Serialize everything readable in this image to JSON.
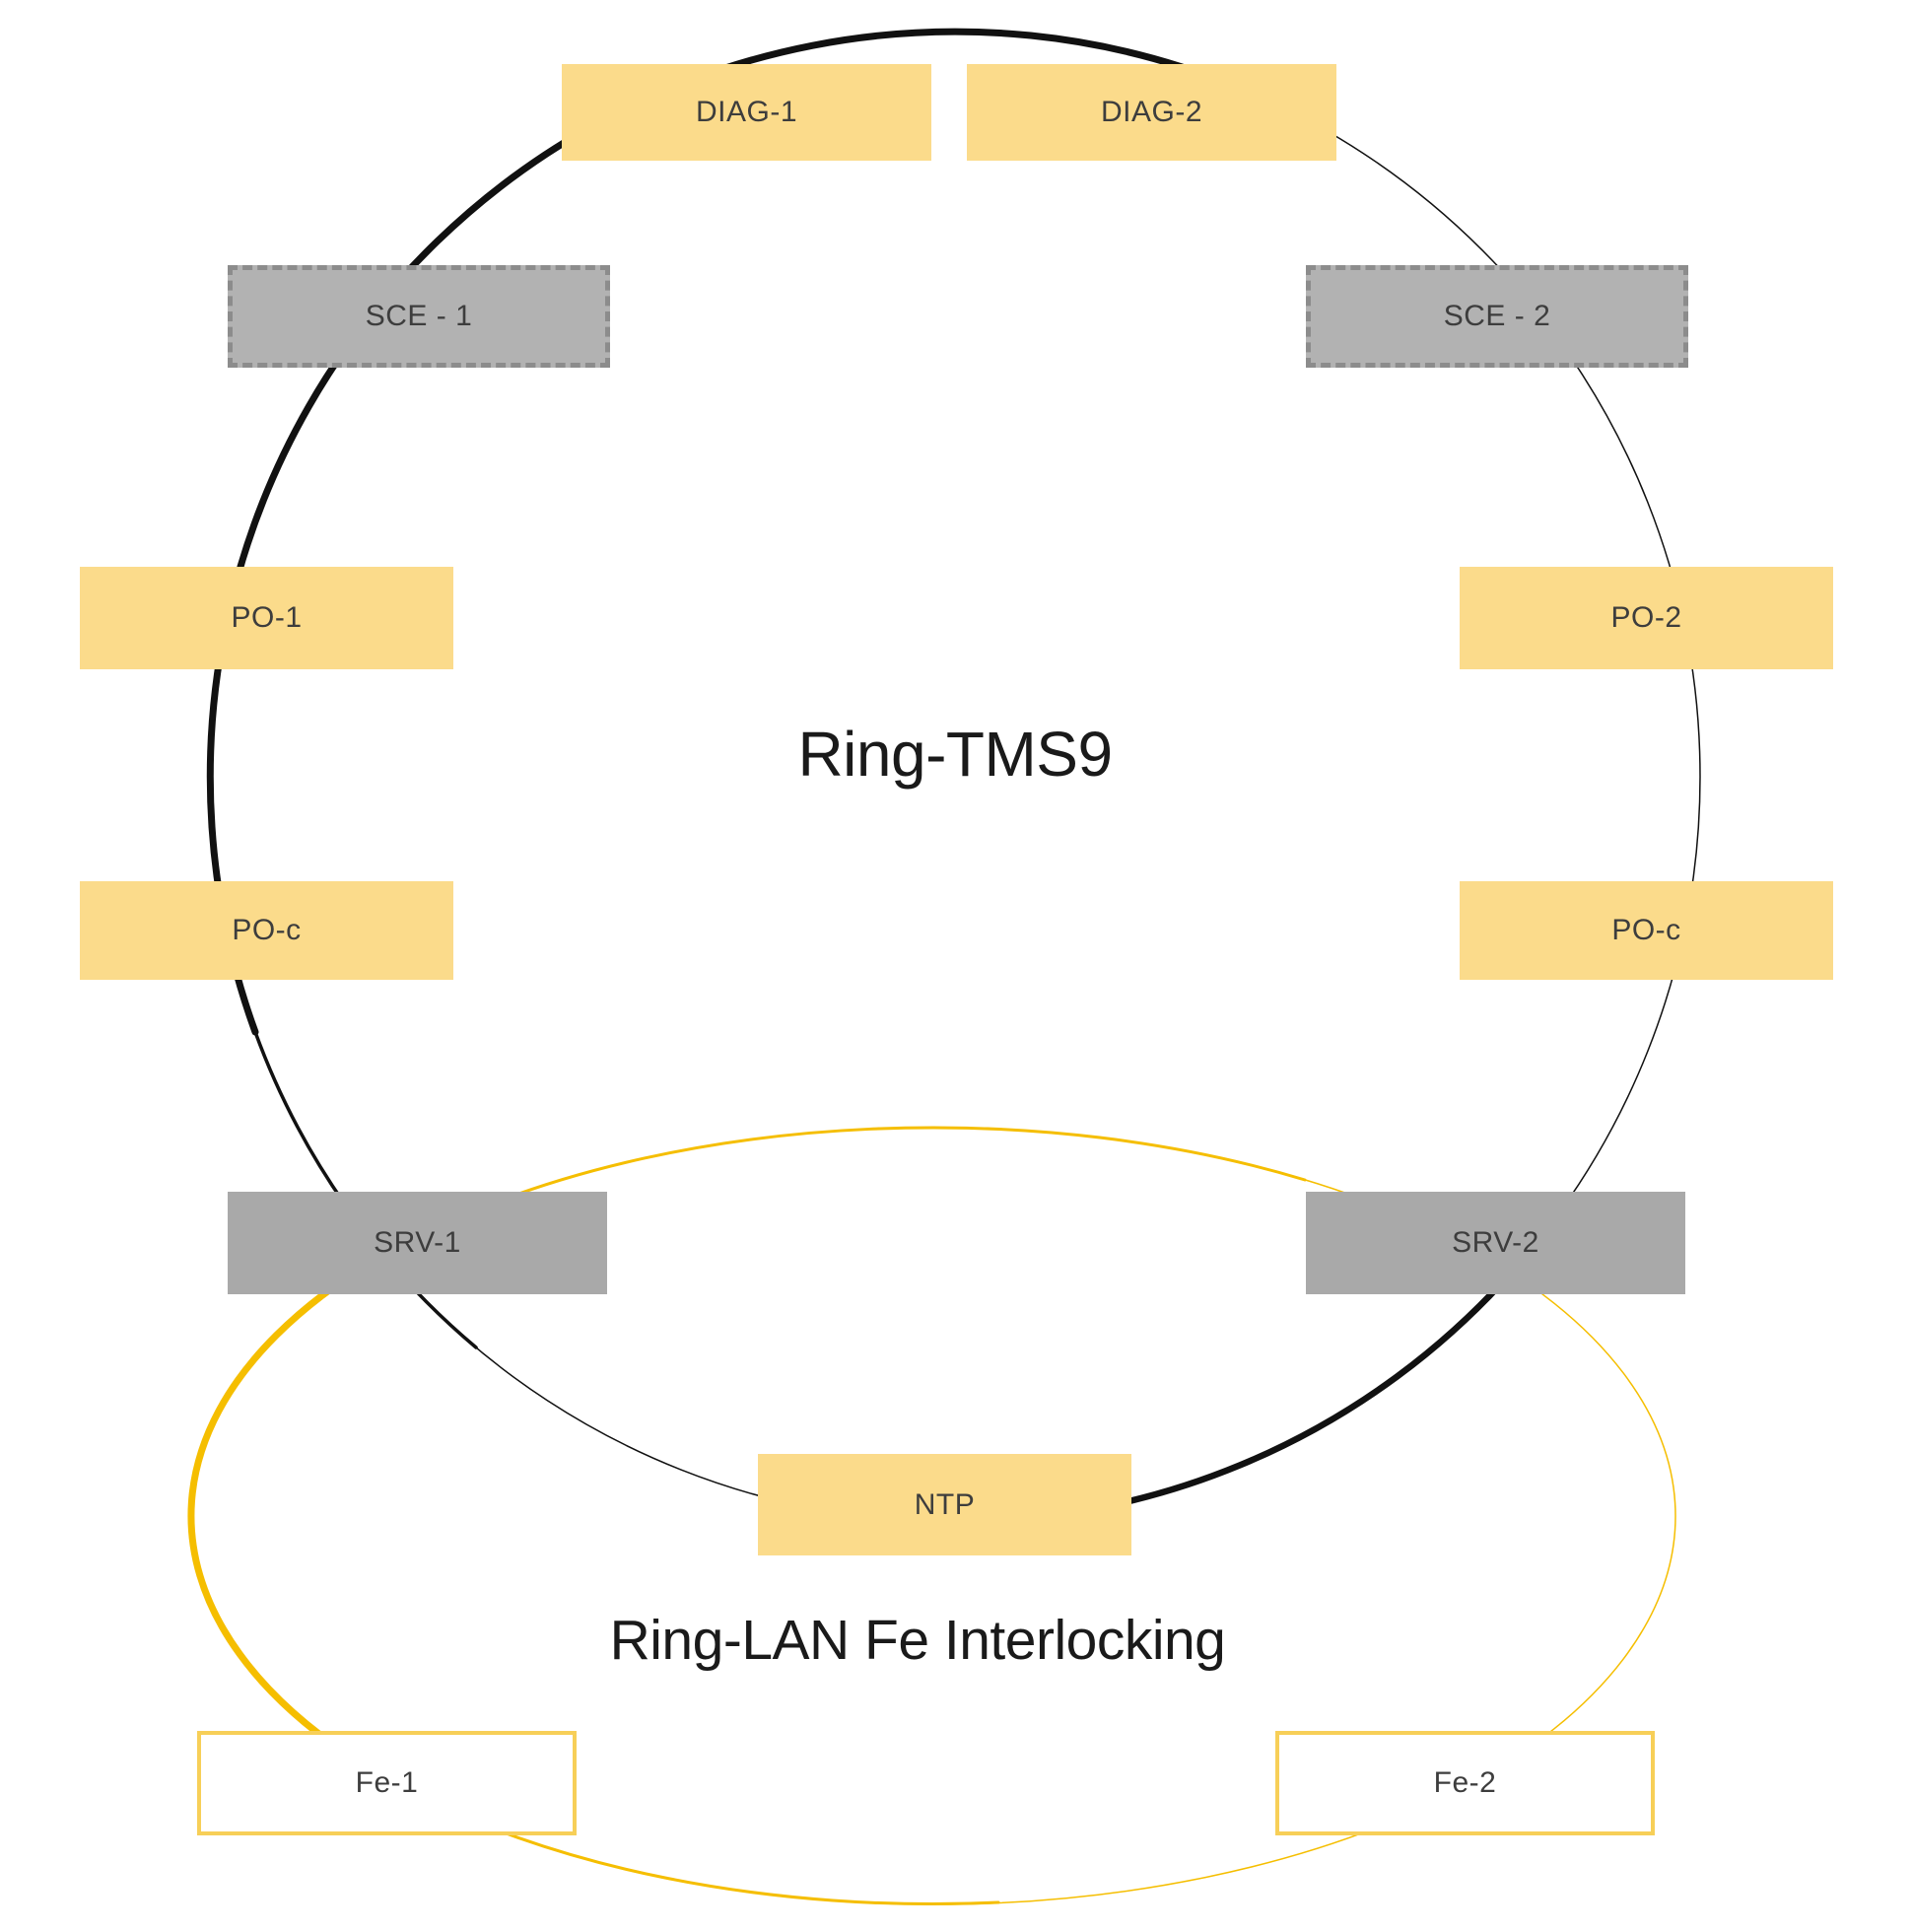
{
  "diagram": {
    "ring_tms9_title": "Ring-TMS9",
    "ring_lan_title": "Ring-LAN Fe Interlocking",
    "nodes": {
      "diag1": {
        "label": "DIAG-1",
        "type": "yellow"
      },
      "diag2": {
        "label": "DIAG-2",
        "type": "yellow"
      },
      "sce1": {
        "label": "SCE - 1",
        "type": "gray-dashed"
      },
      "sce2": {
        "label": "SCE - 2",
        "type": "gray-dashed"
      },
      "po1": {
        "label": "PO-1",
        "type": "yellow"
      },
      "po2": {
        "label": "PO-2",
        "type": "yellow"
      },
      "pocl": {
        "label": "PO-c",
        "type": "yellow"
      },
      "pocr": {
        "label": "PO-c",
        "type": "yellow"
      },
      "srv1": {
        "label": "SRV-1",
        "type": "gray"
      },
      "srv2": {
        "label": "SRV-2",
        "type": "gray"
      },
      "ntp": {
        "label": "NTP",
        "type": "yellow"
      },
      "fe1": {
        "label": "Fe-1",
        "type": "outline"
      },
      "fe2": {
        "label": "Fe-2",
        "type": "outline"
      }
    },
    "colors": {
      "node_yellow": "#fbdb8b",
      "node_gray": "#a9a9a9",
      "node_gray_dashed_fill": "#b2b2b2",
      "node_gray_dashed_border": "#8c8c8c",
      "fe_outline_border": "#f7cf58",
      "ring_tms9_stroke": "#111111",
      "ring_lan_stroke": "#f5be00",
      "node_text": "#3d3d3d",
      "title_text": "#1a1a1a",
      "background": "#ffffff"
    }
  }
}
